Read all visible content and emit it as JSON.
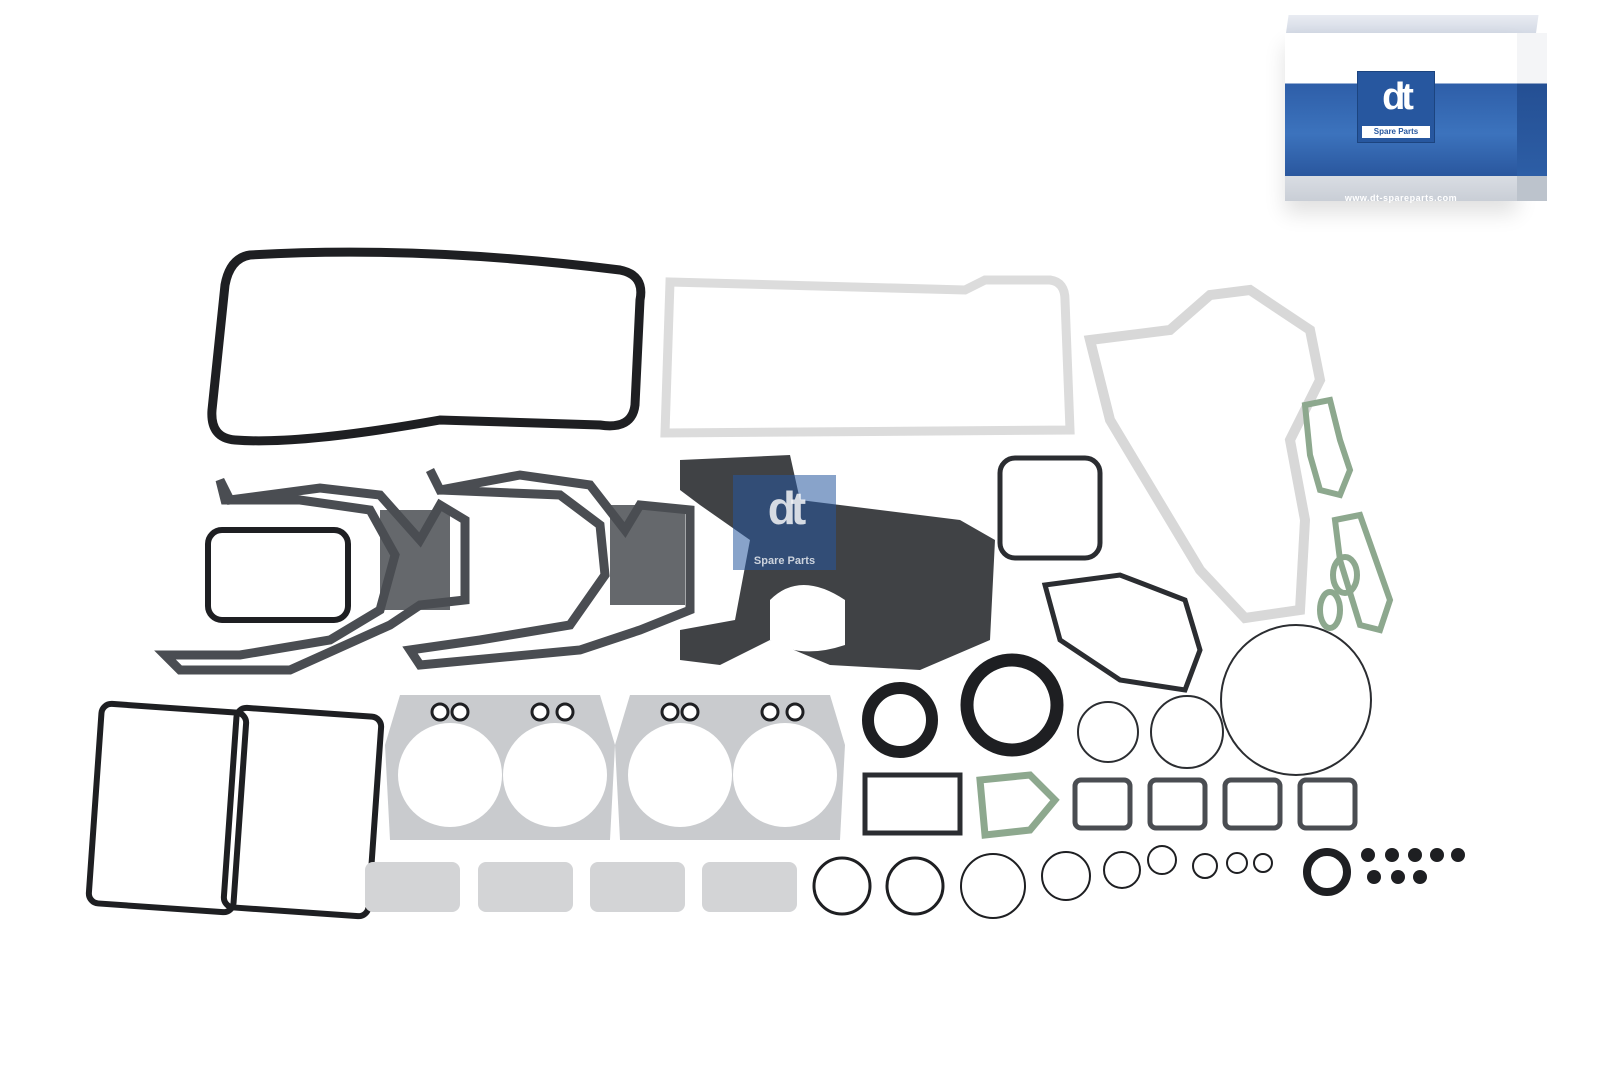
{
  "image": {
    "subject": "Engine gasket kit product photo",
    "background": "#ffffff"
  },
  "package": {
    "logo_mark": "dt",
    "logo_subtitle": "Spare Parts",
    "url": "www.dt-spareparts.com",
    "brand_color": "#27579f"
  },
  "watermark": {
    "logo_mark": "dt",
    "logo_subtitle": "Spare Parts"
  },
  "colors": {
    "rubber_black": "#1e1f22",
    "fiber_grey": "#4a4d52",
    "metal_silver": "#c9cbce",
    "light_grey_gasket": "#dcdcdc",
    "green_gasket": "#8da88e"
  }
}
